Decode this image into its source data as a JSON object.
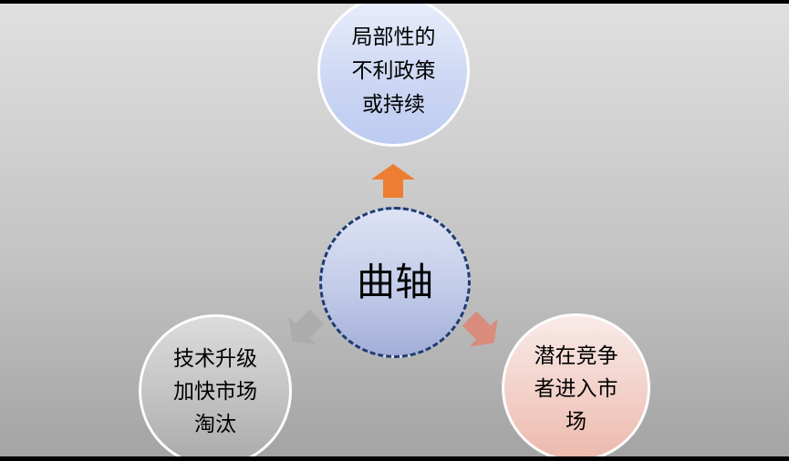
{
  "diagram": {
    "center_node": {
      "label": "曲轴"
    },
    "top_node": {
      "lines": [
        "局部性的",
        "不利政策",
        "或持续"
      ]
    },
    "bottom_left_node": {
      "lines": [
        "技术升级",
        "加快市场",
        "淘汰"
      ]
    },
    "bottom_right_node": {
      "lines": [
        "潜在竞争",
        "者进入市",
        "场"
      ]
    }
  },
  "colors": {
    "background_top": "#e0e0e0",
    "background_bottom": "#a3a3a3",
    "frame_bars": "#000000",
    "top_circle_fill": "#ccd6f3",
    "center_circle_fill": "#c2cbe8",
    "center_circle_border": "#1f3c6e",
    "gray_circle_fill": "#c2c2c2",
    "pink_circle_fill": "#f2d0c8",
    "circle_border_white": "#fdfdfd",
    "up_arrow": "#ed7d31",
    "down_left_arrow": "#acacac",
    "down_right_arrow": "#d98b7c",
    "text": "#000000"
  }
}
